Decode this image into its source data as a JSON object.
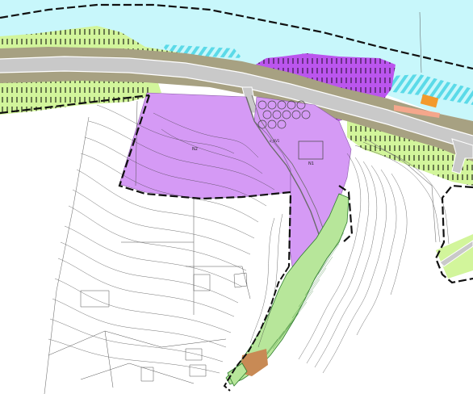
{
  "labels": {
    "zone_north_west": "N2",
    "zone_north_east": "N1",
    "road_label": "o_KV1"
  },
  "colors": {
    "river": "#c8f7fb",
    "river_hatch": "#55dbe8",
    "riverbank_green": "#d2f59b",
    "road_buffer": "#a7a182",
    "road": "#c9c9c9",
    "residential_zone": "#d59af5",
    "industrial_zone": "#bb55ee",
    "green_corridor": "#b7e69a",
    "hatch": "#000000",
    "boundary": "#111111",
    "orange_plot": "#f39a2c",
    "salmon_plot": "#f4a78c",
    "brown_plot": "#c88a55"
  }
}
